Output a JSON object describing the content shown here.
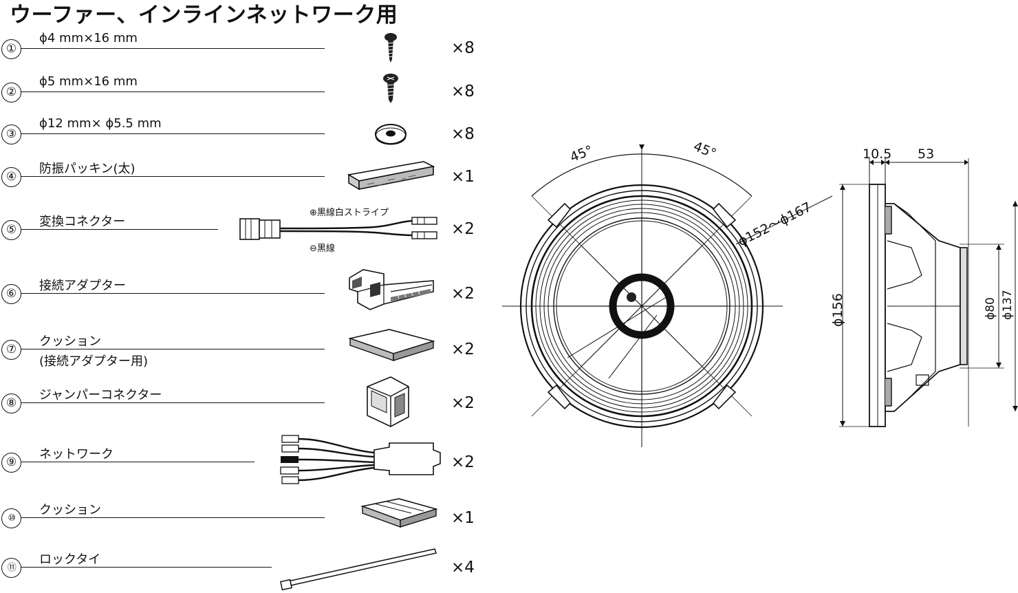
{
  "title": "ウーファー、インラインネットワーク用",
  "parts": [
    {
      "num": "①",
      "label": "ϕ4 mm×16 mm",
      "qty": "×8",
      "icon": "screw-icon"
    },
    {
      "num": "②",
      "label": "ϕ5 mm×16 mm",
      "qty": "×8",
      "icon": "screw-icon"
    },
    {
      "num": "③",
      "label": "ϕ12 mm× ϕ5.5 mm",
      "qty": "×8",
      "icon": "washer-icon"
    },
    {
      "num": "④",
      "label": "防振パッキン(太)",
      "qty": "×1",
      "icon": "packing-icon"
    },
    {
      "num": "⑤",
      "label": "変換コネクター",
      "qty": "×2",
      "icon": "conversion-connector-icon",
      "wire_plus": "⊕黒線白ストライプ",
      "wire_minus": "⊖黒線"
    },
    {
      "num": "⑥",
      "label": "接続アダプター",
      "qty": "×2",
      "icon": "connection-adapter-icon"
    },
    {
      "num": "⑦",
      "label": "クッション",
      "label2": "(接続アダプター用)",
      "qty": "×2",
      "icon": "cushion-icon"
    },
    {
      "num": "⑧",
      "label": "ジャンパーコネクター",
      "qty": "×2",
      "icon": "jumper-connector-icon"
    },
    {
      "num": "⑨",
      "label": "ネットワーク",
      "qty": "×2",
      "icon": "network-icon"
    },
    {
      "num": "⑩",
      "label": "クッション",
      "qty": "×1",
      "icon": "cushion-icon"
    },
    {
      "num": "⑪",
      "label": "ロックタイ",
      "qty": "×4",
      "icon": "lock-tie-icon"
    }
  ],
  "front_view": {
    "angle_left": "45°",
    "angle_right": "45°",
    "cutout": "ϕ152〜ϕ167"
  },
  "side_view": {
    "depth_flange": "10.5",
    "depth_body": "53",
    "dia_outer": "ϕ156",
    "dia_magnet": "ϕ80",
    "dia_frame": "ϕ137"
  }
}
